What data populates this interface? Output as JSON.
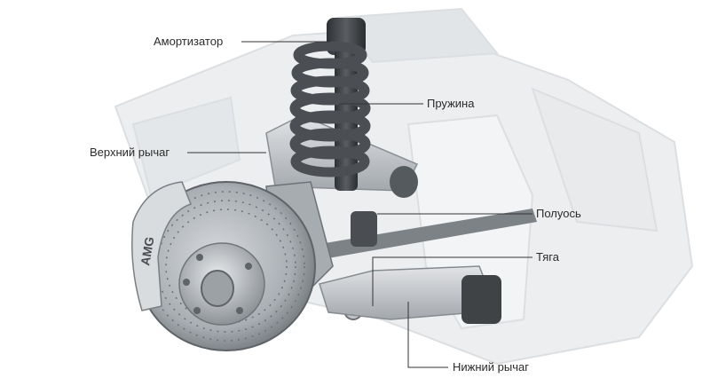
{
  "labels": {
    "shock_absorber": "Амортизатор",
    "spring": "Пружина",
    "upper_arm": "Верхний рычаг",
    "half_shaft": "Полуось",
    "tie_rod": "Тяга",
    "lower_arm": "Нижний рычаг"
  },
  "caliper_logo": "AMG",
  "colors": {
    "leader_line": "#333333",
    "label_text": "#2b2b2b",
    "metal_dark": "#3a3d40",
    "metal_mid": "#8a8f94",
    "metal_light": "#c9cdd1",
    "body_ghost": "#e6e8ea"
  }
}
